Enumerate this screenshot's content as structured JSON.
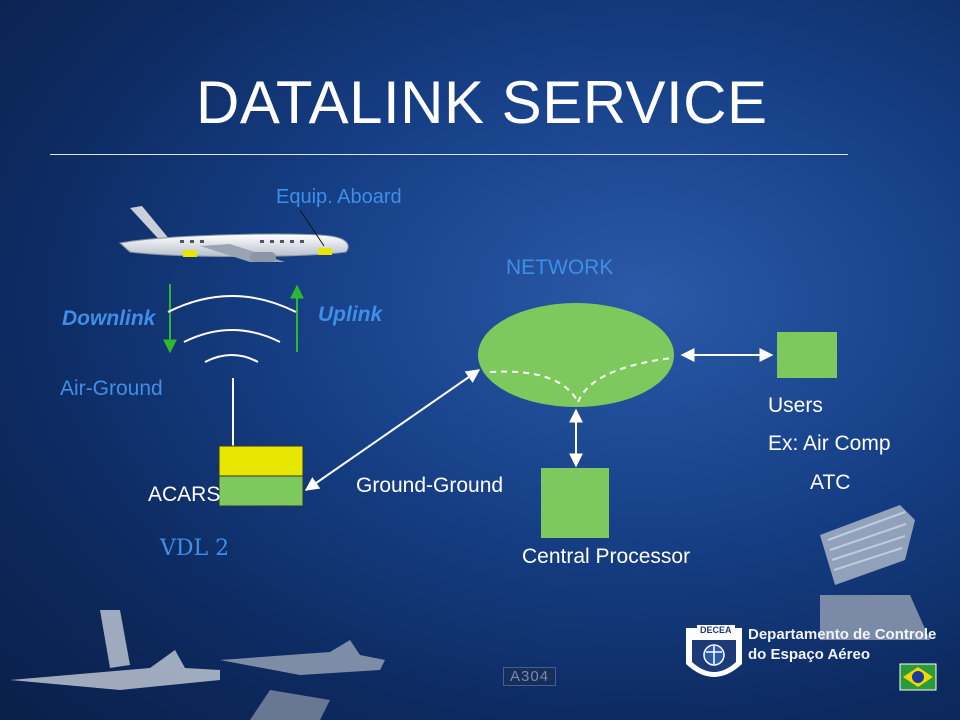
{
  "slide": {
    "title": "DATALINK SERVICE",
    "labels": {
      "equip": "Equip. Aboard",
      "network": "NETWORK",
      "downlink": "Downlink",
      "uplink": "Uplink",
      "air_ground": "Air-Ground",
      "users": "Users",
      "example": "Ex: Air Comp",
      "acars": "ACARS",
      "ground_ground": "Ground-Ground",
      "atc": "ATC",
      "vdl": "VDL 2",
      "central_processor": "Central Processor"
    },
    "branding": {
      "org_line1": "Departamento de Controle",
      "org_line2": "do Espaço Aéreo",
      "org_logo_text": "DECEA",
      "aircraft_tail_text": "A304"
    }
  },
  "colors": {
    "node_green": "#7dc95e",
    "acars_yellow": "#e6e600",
    "label_blue": "#3f8ee8",
    "background_blue": "#163f86"
  },
  "icons": {
    "aircraft": "airliner-icon",
    "signal": "radio-waves-icon",
    "radar": "radar-antenna-icon",
    "flag": "brazil-flag-icon",
    "logo": "decea-emblem-icon"
  }
}
